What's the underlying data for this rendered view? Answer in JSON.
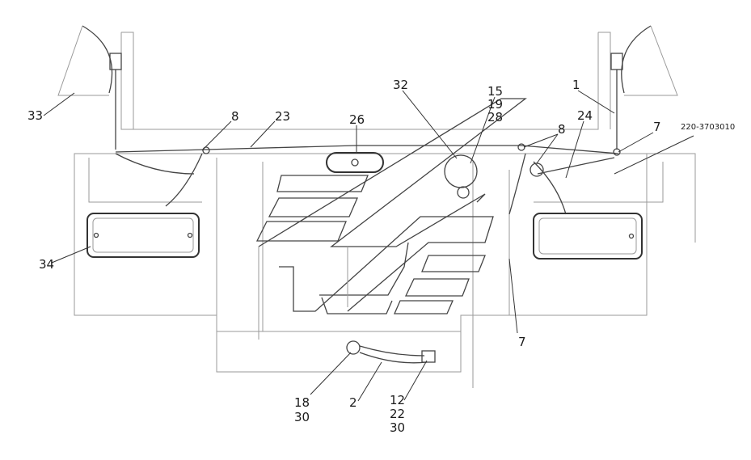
{
  "drawing": {
    "part_code": "220-3703010",
    "callouts": [
      {
        "id": "c33",
        "text": "33"
      },
      {
        "id": "c8a",
        "text": "8"
      },
      {
        "id": "c23",
        "text": "23"
      },
      {
        "id": "c26",
        "text": "26"
      },
      {
        "id": "c32",
        "text": "32"
      },
      {
        "id": "c15",
        "text": "15"
      },
      {
        "id": "c19",
        "text": "19"
      },
      {
        "id": "c28",
        "text": "28"
      },
      {
        "id": "c1",
        "text": "1"
      },
      {
        "id": "c8b",
        "text": "8"
      },
      {
        "id": "c24",
        "text": "24"
      },
      {
        "id": "c7a",
        "text": "7"
      },
      {
        "id": "c34",
        "text": "34"
      },
      {
        "id": "c7b",
        "text": "7"
      },
      {
        "id": "c18",
        "text": "18"
      },
      {
        "id": "c30a",
        "text": "30"
      },
      {
        "id": "c2",
        "text": "2"
      },
      {
        "id": "c12",
        "text": "12"
      },
      {
        "id": "c22",
        "text": "22"
      },
      {
        "id": "c30b",
        "text": "30"
      }
    ]
  }
}
